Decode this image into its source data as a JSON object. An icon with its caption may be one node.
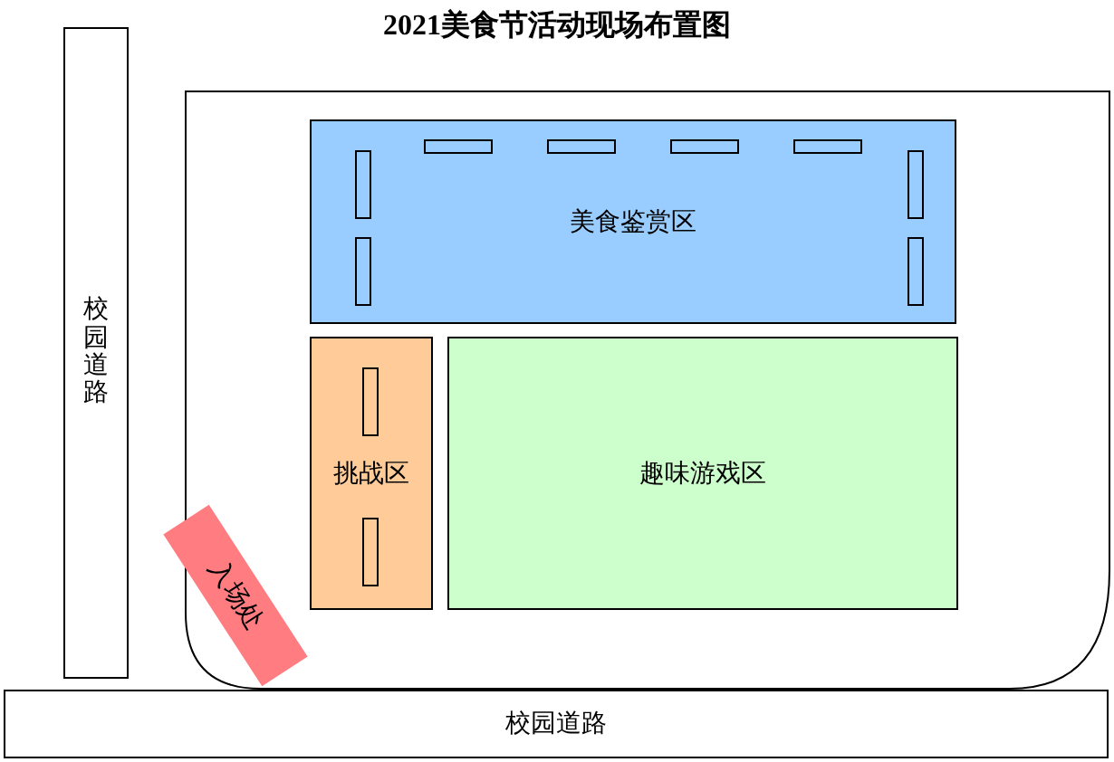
{
  "diagram": {
    "title": "2021美食节活动现场布置图",
    "nodes": [
      {
        "text": [
          "校园道路"
        ]
      },
      {
        "text": [],
        "shape": "box"
      },
      {
        "text": [
          "美食鉴赏区"
        ],
        "in": 1
      },
      {
        "text": [
          "挑战区"
        ],
        "in": 1
      },
      {
        "text": [
          "趣味游戏区"
        ],
        "in": 1
      },
      {
        "text": [
          "入场处"
        ]
      },
      {
        "text": [
          "校园道路"
        ]
      }
    ]
  }
}
